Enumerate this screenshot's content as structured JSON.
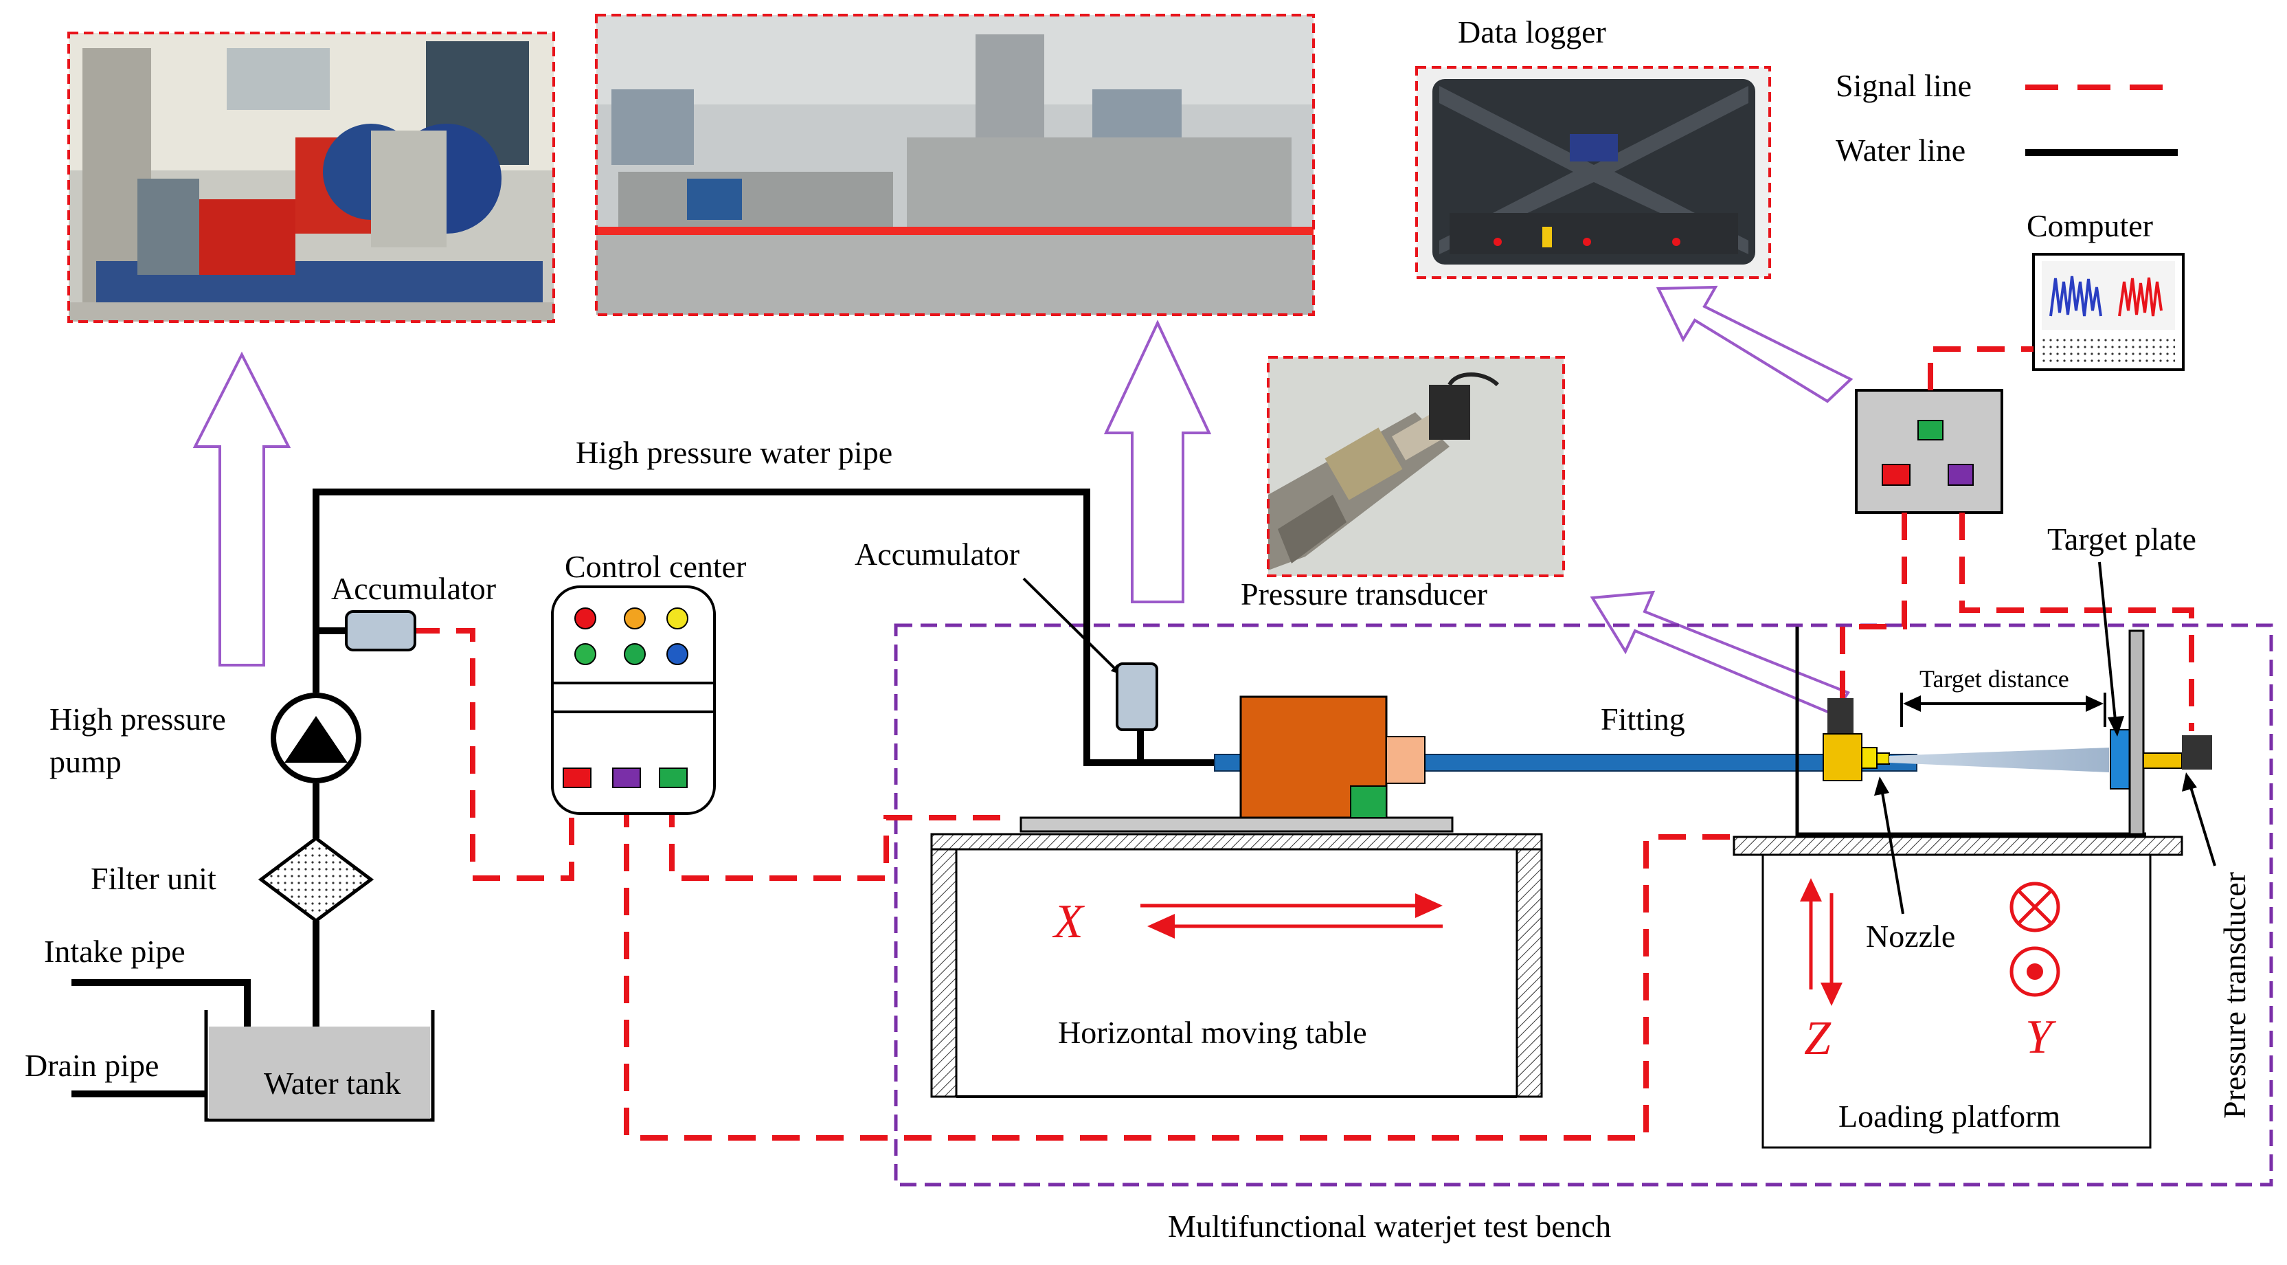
{
  "legend": {
    "signal_line": "Signal line",
    "water_line": "Water line"
  },
  "labels": {
    "data_logger": "Data logger",
    "computer": "Computer",
    "high_pressure_water_pipe": "High pressure water pipe",
    "accumulator_left": "Accumulator",
    "control_center": "Control center",
    "accumulator_right": "Accumulator",
    "pressure_transducer_photo": "Pressure transducer",
    "target_plate": "Target plate",
    "high_pressure_pump_line1": "High  pressure",
    "high_pressure_pump_line2": "pump",
    "filter_unit": "Filter unit",
    "intake_pipe": "Intake pipe",
    "drain_pipe": "Drain pipe",
    "water_tank": "Water tank",
    "fitting": "Fitting",
    "target_distance": "Target distance",
    "nozzle": "Nozzle",
    "horizontal_moving_table": "Horizontal moving table",
    "loading_platform": "Loading platform",
    "pressure_transducer_vertical": "Pressure transducer",
    "bench_caption": "Multifunctional waterjet test bench"
  },
  "axes": {
    "x": "X",
    "y": "Y",
    "z": "Z"
  },
  "colors": {
    "signal": "#e8141b",
    "water": "#000000",
    "arrow": "#9b59c9",
    "bench_border": "#7a2fa8",
    "pipe_blue": "#1f6fb8",
    "block_orange": "#d95f0e",
    "led_red": "#e8141b",
    "led_purple": "#7a2fa8",
    "led_green": "#1fa84a"
  }
}
